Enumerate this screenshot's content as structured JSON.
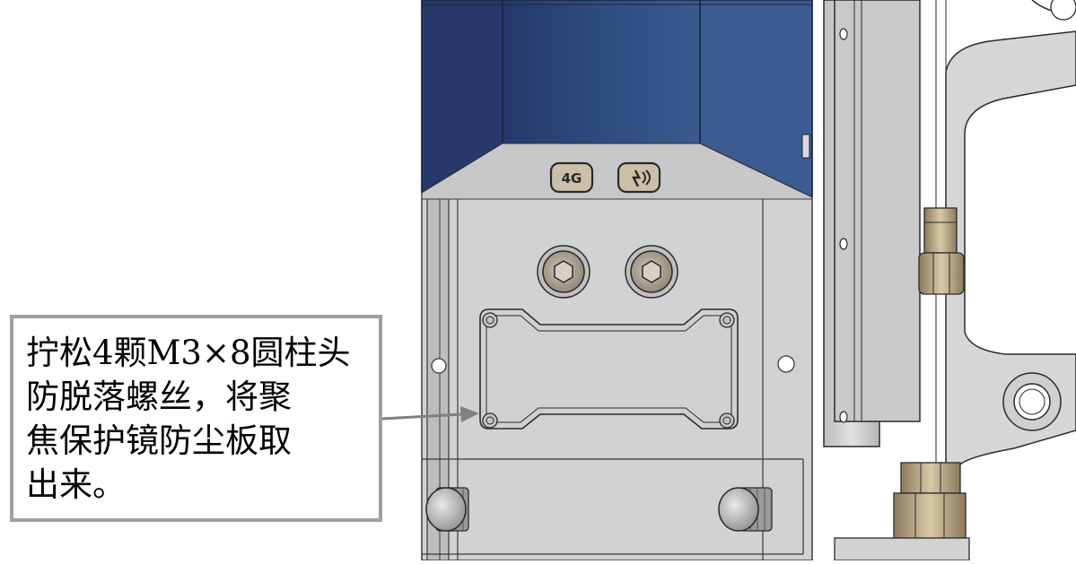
{
  "callout": {
    "lines": [
      "拧松4颗M3×8圆柱头",
      "防脱落螺丝，将聚",
      "焦保护镜防尘板取",
      "出来。"
    ]
  },
  "drawing": {
    "badge_left_label": "4G",
    "badge_right_icon": "wireless-signal-icon",
    "colors": {
      "cover_blue": "#2e4878",
      "body_gray": "#d2d2d4",
      "leader_arrow": "#808080"
    }
  }
}
